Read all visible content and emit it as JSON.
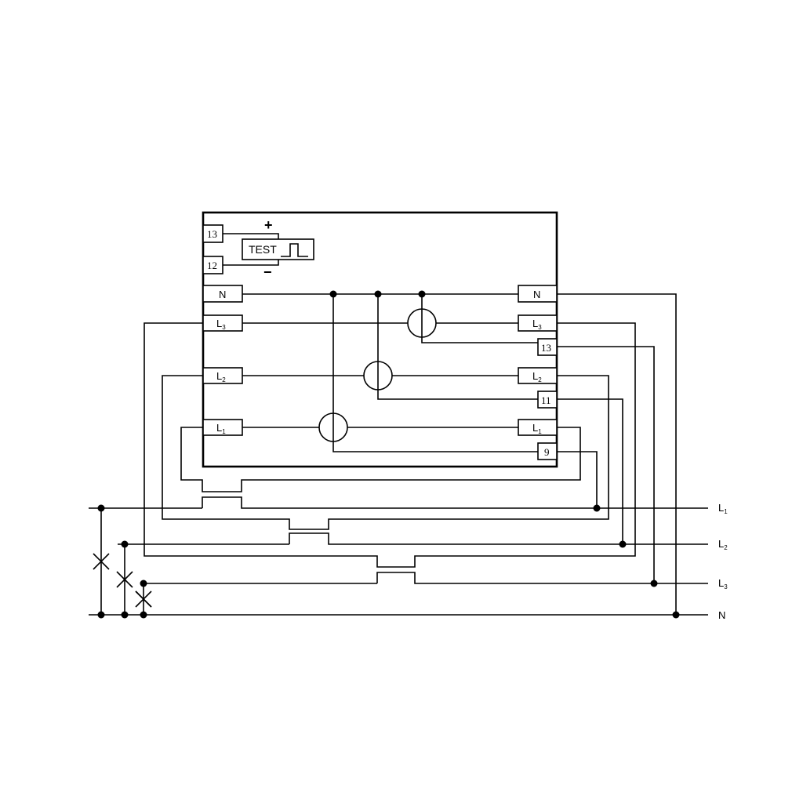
{
  "device": {
    "test": {
      "label": "TEST",
      "plus": "+",
      "minus": "−"
    },
    "terminals_left": {
      "t13": "13",
      "t12": "12",
      "n": "N",
      "l3": {
        "base": "L",
        "sub": "3"
      },
      "l2": {
        "base": "L",
        "sub": "2"
      },
      "l1": {
        "base": "L",
        "sub": "1"
      }
    },
    "terminals_right": {
      "n": "N",
      "l3": {
        "base": "L",
        "sub": "3"
      },
      "t13": "13",
      "l2": {
        "base": "L",
        "sub": "2"
      },
      "t11": "11",
      "l1": {
        "base": "L",
        "sub": "1"
      },
      "t9": "9"
    }
  },
  "bus": {
    "l1": {
      "base": "L",
      "sub": "1"
    },
    "l2": {
      "base": "L",
      "sub": "2"
    },
    "l3": {
      "base": "L",
      "sub": "3"
    },
    "n": "N"
  }
}
